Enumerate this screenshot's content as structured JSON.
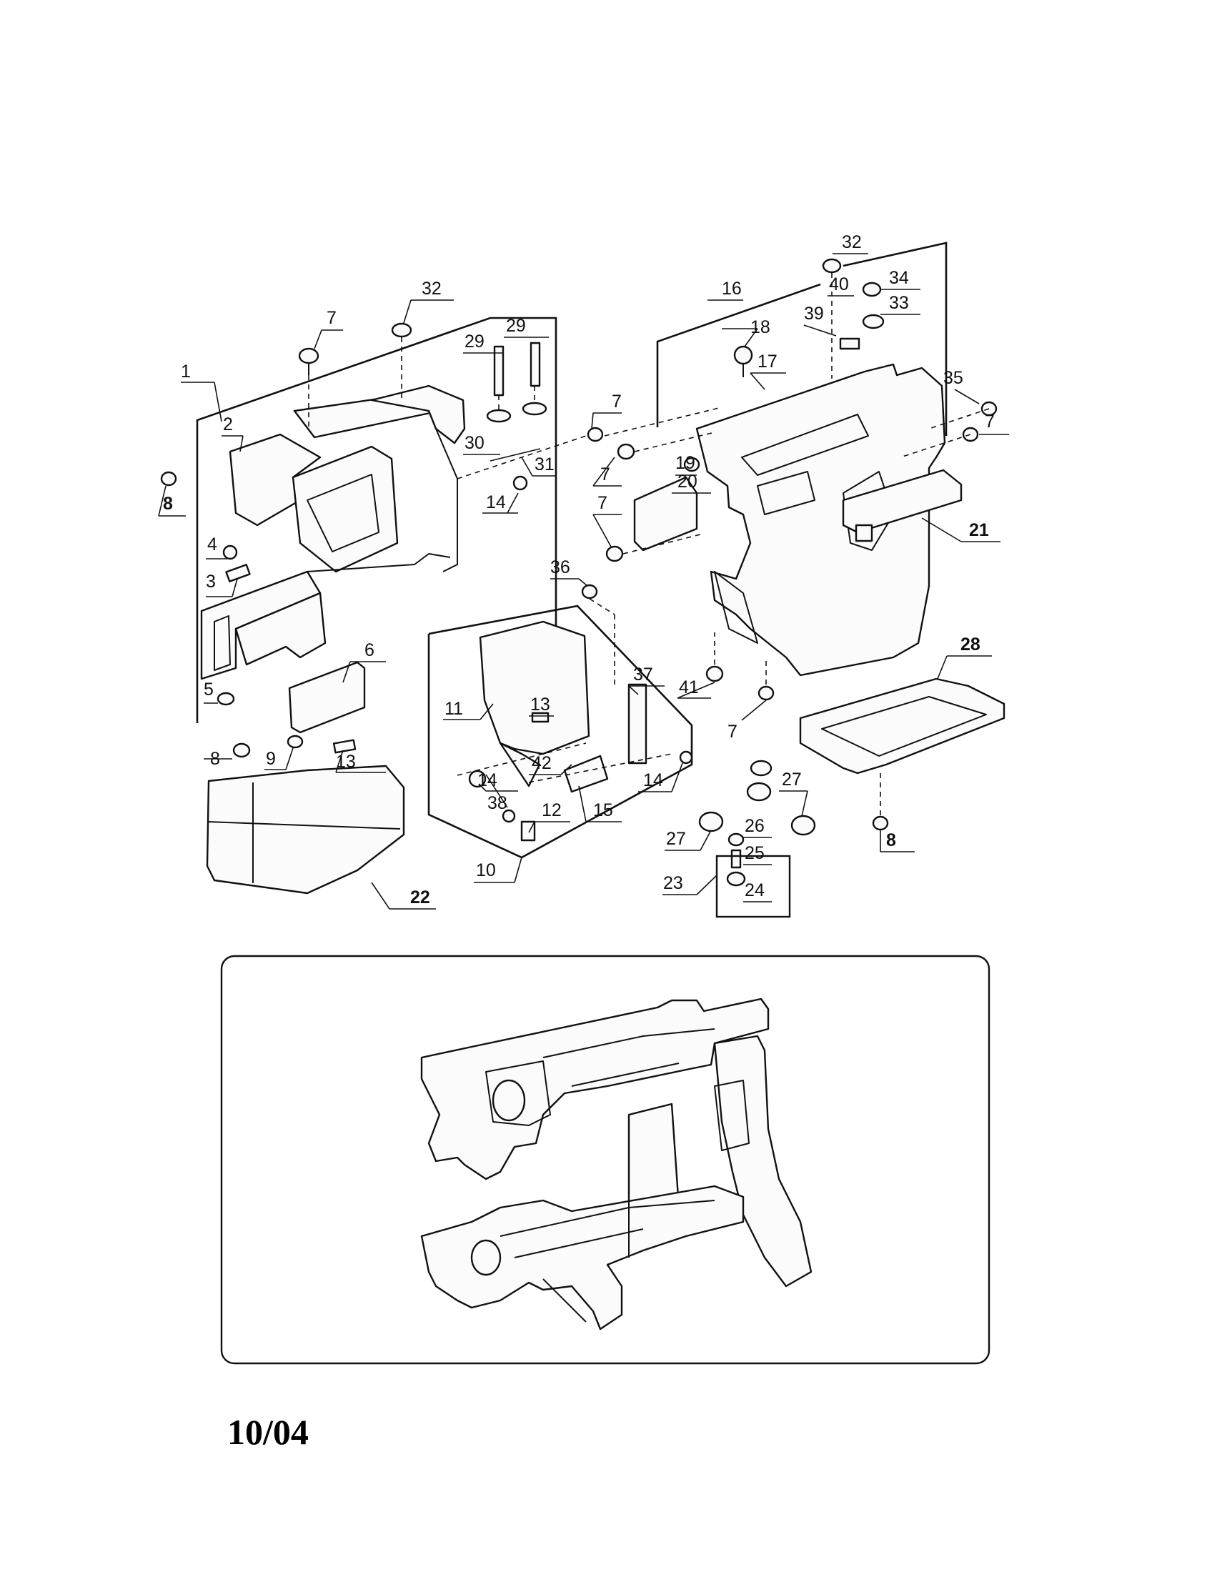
{
  "callouts": {
    "c1": "1",
    "c2": "2",
    "c3": "3",
    "c4": "4",
    "c5": "5",
    "c6": "6",
    "c7a": "7",
    "c7b": "7",
    "c7c": "7",
    "c7d": "7",
    "c7e": "7",
    "c7f": "7",
    "c8a": "8",
    "c8b": "8",
    "c8c": "8",
    "c9": "9",
    "c10": "10",
    "c11": "11",
    "c12": "12",
    "c13a": "13",
    "c13b": "13",
    "c14a": "14",
    "c14b": "14",
    "c14c": "14",
    "c15": "15",
    "c16": "16",
    "c17": "17",
    "c18": "18",
    "c19": "19",
    "c20": "20",
    "c21": "21",
    "c22": "22",
    "c23": "23",
    "c24": "24",
    "c25": "25",
    "c26": "26",
    "c27a": "27",
    "c27b": "27",
    "c28": "28",
    "c29a": "29",
    "c29b": "29",
    "c30": "30",
    "c31": "31",
    "c32a": "32",
    "c32b": "32",
    "c33": "33",
    "c34": "34",
    "c35": "35",
    "c36": "36",
    "c37": "37",
    "c38": "38",
    "c39": "39",
    "c40": "40",
    "c41": "41",
    "c42": "42"
  },
  "date_stamp": "10/04"
}
